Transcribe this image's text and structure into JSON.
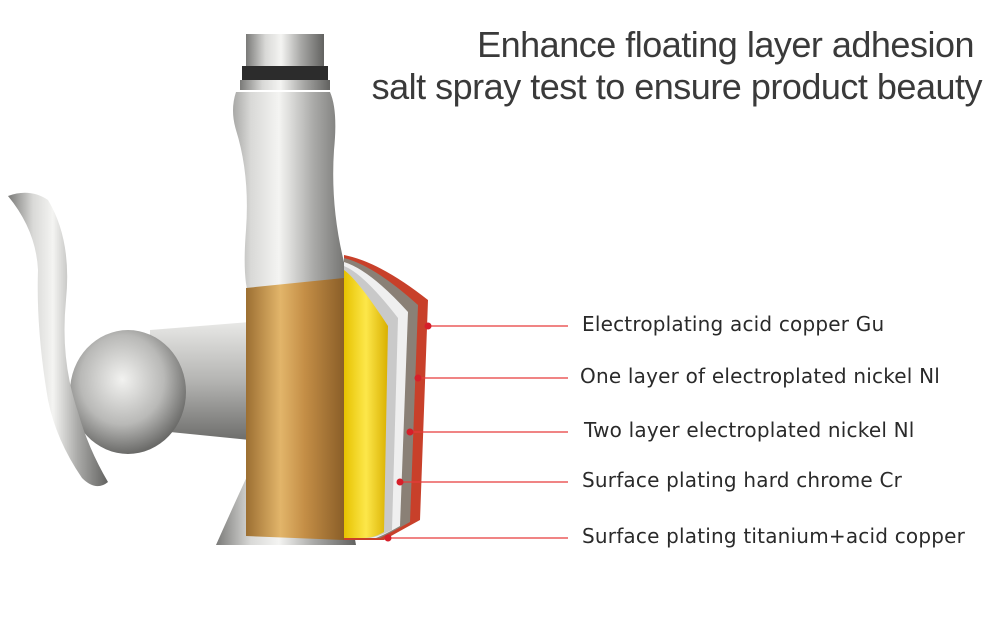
{
  "headline": {
    "line1": "Enhance floating layer adhesion",
    "line2": "salt spray test to ensure product beauty"
  },
  "colors": {
    "callout_line": "#e63a3a",
    "callout_dot": "#d61f2a",
    "steel_light": "#e4e4e4",
    "steel_mid": "#b8b8b6",
    "steel_dark": "#6f6f6d",
    "copper_layer": "#c9984f",
    "yellow_layer": "#f2d11a",
    "red_layer": "#c8402a",
    "text": "#2a2a2a"
  },
  "layers": [
    {
      "label": "Electroplating acid copper Gu"
    },
    {
      "label": "One layer of electroplated nickel Nl"
    },
    {
      "label": "Two layer electroplated nickel Nl"
    },
    {
      "label": "Surface plating hard chrome Cr"
    },
    {
      "label": "Surface plating titanium+acid copper"
    }
  ]
}
